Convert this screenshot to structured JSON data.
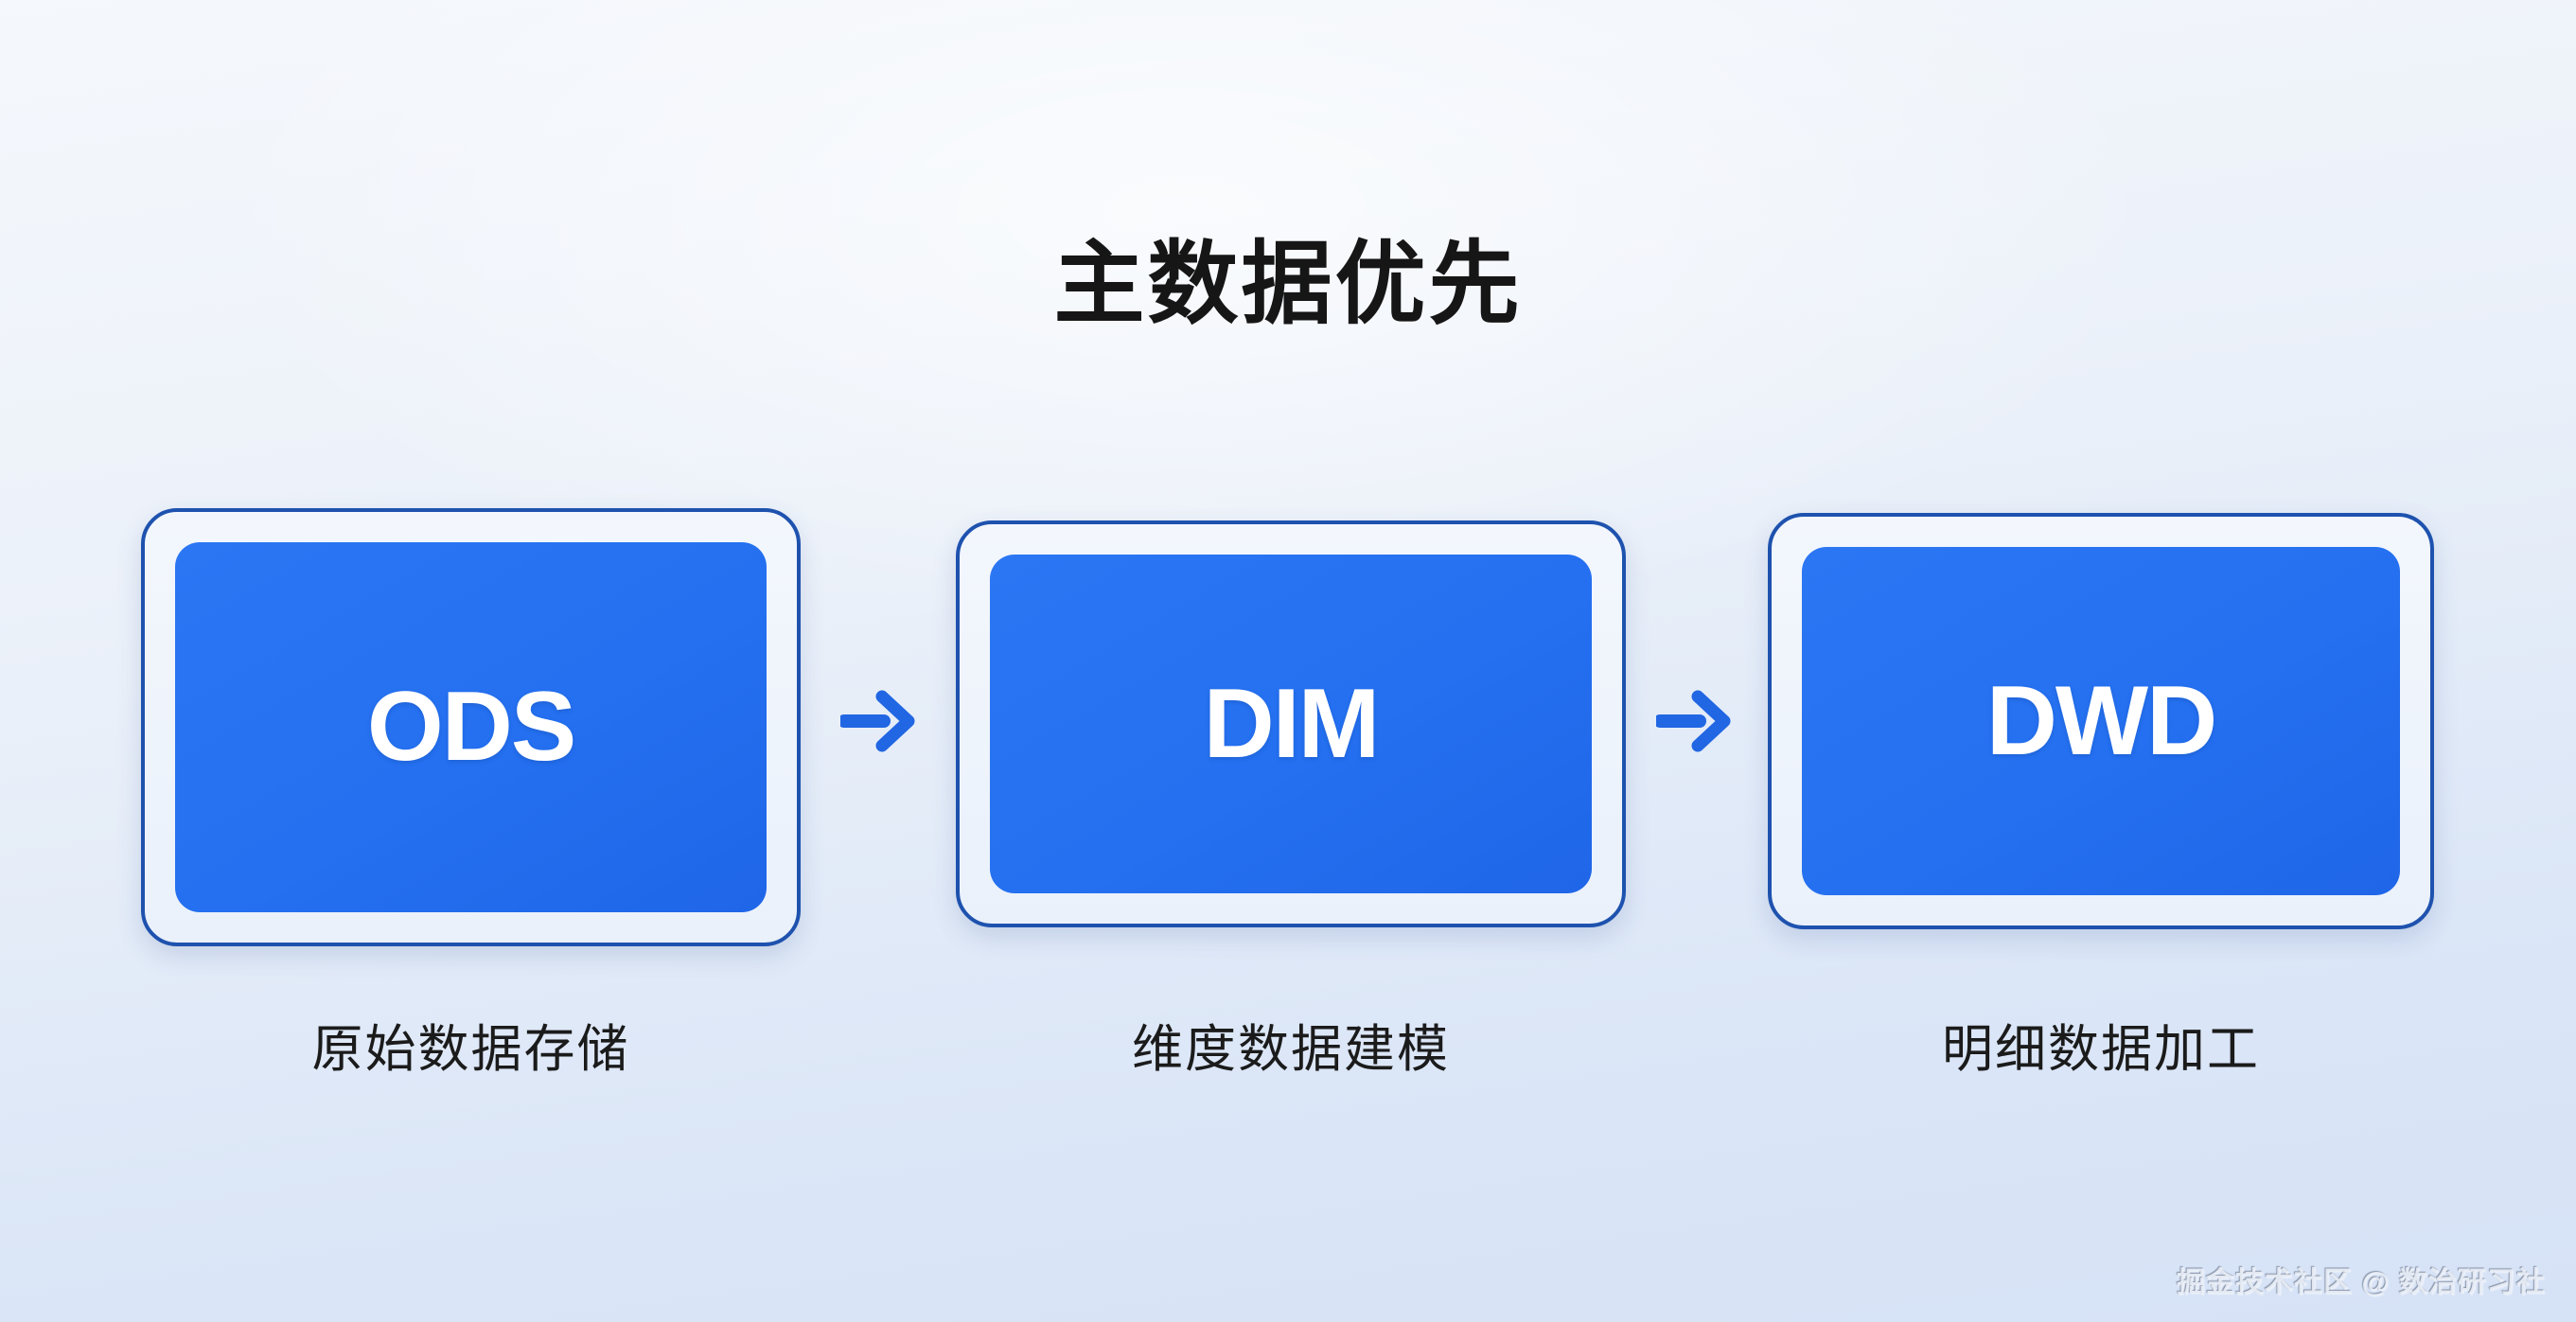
{
  "title": "主数据优先",
  "flow": {
    "nodes": [
      {
        "code": "ODS",
        "caption": "原始数据存储"
      },
      {
        "code": "DIM",
        "caption": "维度数据建模"
      },
      {
        "code": "DWD",
        "caption": "明细数据加工"
      }
    ],
    "arrow_glyph": "→"
  },
  "watermark": {
    "text": "掘金技术社区 @ 数治研习社"
  },
  "colors": {
    "panel_blue": "#2470f0",
    "frame_border": "#1e52ae",
    "frame_fill": "#eff4fc",
    "arrow_blue": "#2166e3",
    "background_top": "#f5f8fc",
    "background_bottom": "#d6e2f6",
    "title_text": "#161616",
    "node_text": "#ffffff"
  }
}
